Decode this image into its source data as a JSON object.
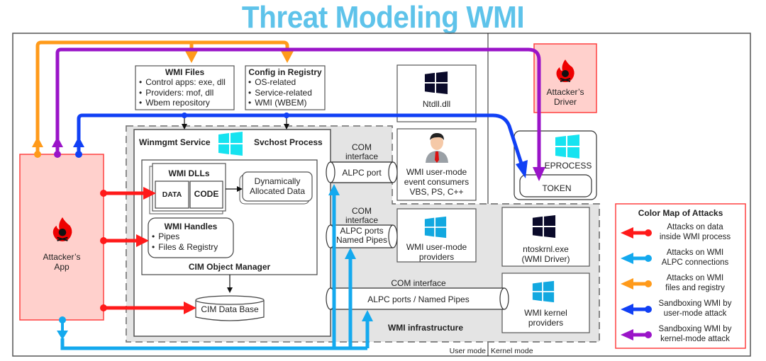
{
  "title": "Threat Modeling WMI",
  "wmi_files": {
    "heading": "WMI Files",
    "items": [
      "Control apps: exe, dll",
      "Providers: mof, dll",
      "Wbem repository"
    ]
  },
  "config_registry": {
    "heading": "Config in Registry",
    "items": [
      "OS-related",
      "Service-related",
      "WMI (WBEM)"
    ]
  },
  "ntdll": {
    "label": "Ntdll.dll",
    "icon": "windows-logo-dark"
  },
  "attackers_driver": {
    "label_line1": "Attacker’s",
    "label_line2": "Driver",
    "icon": "flame-skull"
  },
  "attackers_app": {
    "label_line1": "Attacker’s",
    "label_line2": "App",
    "icon": "flame-skull"
  },
  "winmgmt": {
    "service_label": "Winmgmt Service",
    "process_label": "Svchost Process",
    "icon": "windows-logo-cyan",
    "wmi_dlls": {
      "heading": "WMI DLLs",
      "data": "DATA",
      "code": "CODE"
    },
    "dynamic_data": {
      "line1": "Dynamically",
      "line2": "Allocated Data"
    },
    "wmi_handles": {
      "heading": "WMI Handles",
      "items": [
        "Pipes",
        "Files & Registry"
      ]
    },
    "cim_object_manager": "CIM Object Manager",
    "cim_database": "CIM Data Base"
  },
  "com1": {
    "line1": "COM",
    "line2": "interface",
    "pipe": "ALPC port"
  },
  "com2": {
    "line1": "COM",
    "line2": "interface",
    "pipe_line1": "ALPC ports",
    "pipe_line2": "Named Pipes"
  },
  "com3": {
    "label": "COM interface",
    "pipe": "ALPC ports / Named Pipes"
  },
  "event_consumers": {
    "line1": "WMI user-mode",
    "line2": "event consumers",
    "line3": "VBS, PS, C++",
    "icon": "person-avatar"
  },
  "user_providers": {
    "line1": "WMI user-mode",
    "line2": "providers",
    "icon": "windows-logo-blue"
  },
  "eprocess": {
    "label": "EPROCESS",
    "token": "TOKEN",
    "icon": "windows-logo-cyan"
  },
  "ntoskrnl": {
    "line1": "ntoskrnl.exe",
    "line2": "(WMI Driver)",
    "icon": "windows-logo-dark"
  },
  "kernel_providers": {
    "line1": "WMI kernel",
    "line2": "providers",
    "icon": "windows-logo-blue"
  },
  "wmi_infrastructure": "WMI infrastructure",
  "user_mode": "User mode",
  "kernel_mode": "Kernel mode",
  "legend": {
    "title": "Color Map of Attacks",
    "items": [
      {
        "color": "#ff1a1a",
        "line1": "Attacks on data",
        "line2": "inside WMI process"
      },
      {
        "color": "#14a9ee",
        "line1": "Attacks on WMI",
        "line2": "ALPC connections"
      },
      {
        "color": "#ff9a1a",
        "line1": "Attacks on WMI",
        "line2": "files and registry"
      },
      {
        "color": "#1140f5",
        "line1": "Sandboxing WMI by",
        "line2": "user-mode attack"
      },
      {
        "color": "#9a14c8",
        "line1": "Sandboxing WMI by",
        "line2": "kernel-mode attack"
      }
    ]
  },
  "colors": {
    "title": "#5ec3ea",
    "red": "#ff1a1a",
    "lightblue": "#14a9ee",
    "orange": "#ff9a1a",
    "blue": "#1140f5",
    "purple": "#9a14c8",
    "attacker_fill": "#ffd0cc"
  }
}
